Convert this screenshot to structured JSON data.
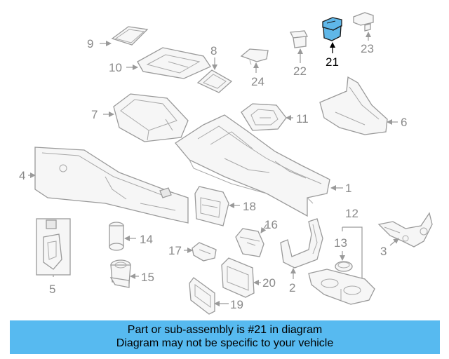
{
  "diagram": {
    "highlight_color": "#5fb7e8",
    "caption_bg": "#57baf0",
    "highlighted_part": "21",
    "labels": {
      "p1": "1",
      "p2": "2",
      "p3": "3",
      "p4": "4",
      "p5": "5",
      "p6": "6",
      "p7": "7",
      "p8": "8",
      "p9": "9",
      "p10": "10",
      "p11": "11",
      "p12": "12",
      "p13": "13",
      "p14": "14",
      "p15": "15",
      "p16": "16",
      "p17": "17",
      "p18": "18",
      "p19": "19",
      "p20": "20",
      "p21": "21",
      "p22": "22",
      "p23": "23",
      "p24": "24"
    }
  },
  "caption": {
    "line1": "Part or sub-assembly is #21 in diagram",
    "line2": "Diagram may not be specific to your vehicle"
  }
}
